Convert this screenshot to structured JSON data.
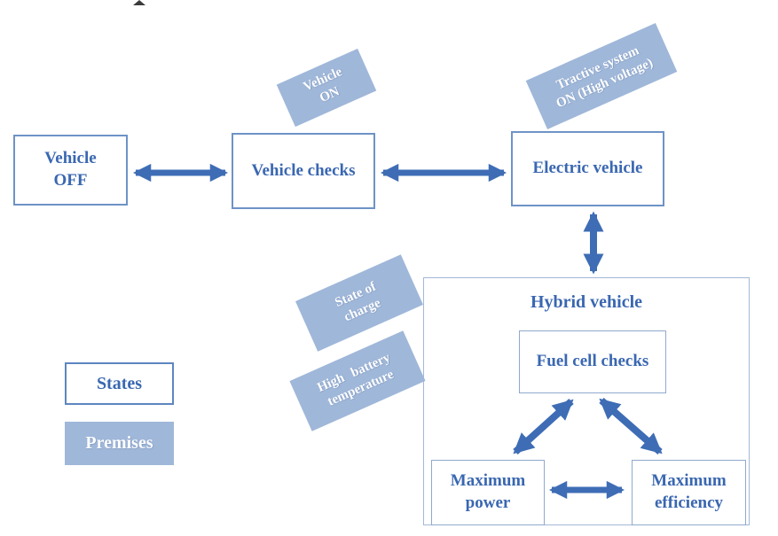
{
  "nodes": {
    "vehicle_off": {
      "line1": "Vehicle",
      "line2": "OFF"
    },
    "vehicle_checks": {
      "label": "Vehicle checks"
    },
    "electric_vehicle": {
      "label": "Electric vehicle"
    },
    "hybrid_vehicle": {
      "title": "Hybrid vehicle"
    },
    "fuel_cell_checks": {
      "label": "Fuel cell checks"
    },
    "maximum_power": {
      "line1": "Maximum",
      "line2": "power"
    },
    "maximum_efficiency": {
      "line1": "Maximum",
      "line2": "efficiency"
    }
  },
  "premises": {
    "vehicle_on": {
      "line1": "Vehicle",
      "line2": "ON"
    },
    "tractive_system": {
      "line1": "Tractive system",
      "line2": "ON (High voltage)"
    },
    "state_of_charge": {
      "line1": "State of",
      "line2": "charge"
    },
    "high_battery_temperature": {
      "line1": "High battery",
      "line2": "temperature"
    }
  },
  "legend": {
    "states": "States",
    "premises": "Premises"
  },
  "edges": [
    {
      "from": "vehicle-off",
      "to": "vehicle-checks",
      "type": "bidirectional"
    },
    {
      "from": "vehicle-checks",
      "to": "electric-vehicle",
      "type": "bidirectional"
    },
    {
      "from": "electric-vehicle",
      "to": "hybrid-vehicle",
      "type": "bidirectional"
    },
    {
      "from": "fuel-cell-checks",
      "to": "maximum-power",
      "type": "bidirectional"
    },
    {
      "from": "fuel-cell-checks",
      "to": "maximum-efficiency",
      "type": "bidirectional"
    },
    {
      "from": "maximum-power",
      "to": "maximum-efficiency",
      "type": "bidirectional"
    }
  ],
  "colors": {
    "premise_fill": "#9FB7D9",
    "arrow": "#3E6DB5",
    "label_text": "#3A67B1",
    "badge_text": "#FFFFFF",
    "state_box_border": "#6E93C6",
    "container_border": "#A4B8D8",
    "legend_states_border": "#5D86C0"
  }
}
